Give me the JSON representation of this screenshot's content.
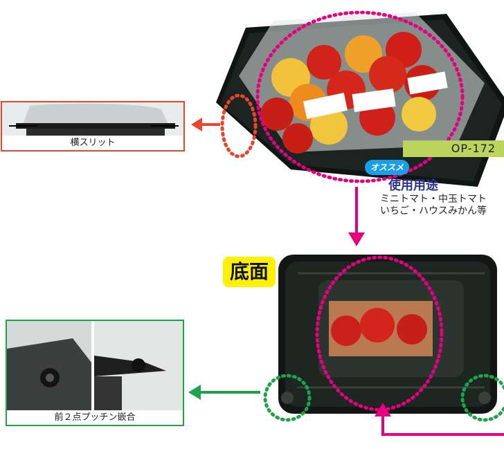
{
  "product": {
    "model": "OP-172"
  },
  "callouts": {
    "side_slit": "横スリット",
    "bottom": "底面",
    "front_snap": "前２点プッチン嵌合"
  },
  "usage": {
    "badge": "オススメ",
    "title": "使用用途",
    "lines": [
      "ミニトマト・中玉トマト",
      "いちご・ハウスみかん等"
    ]
  },
  "colors": {
    "red_accent": "#e8452d",
    "green_accent": "#1fa34a",
    "magenta_accent": "#e4007f",
    "tag_green": "#b9d55b",
    "badge_yellow": "#fff200",
    "navy_text": "#2e3590"
  }
}
